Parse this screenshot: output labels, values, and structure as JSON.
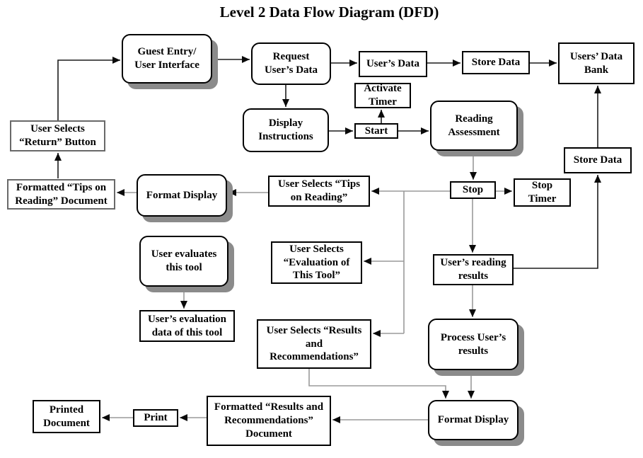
{
  "title": "Level 2 Data Flow Diagram (DFD)",
  "colors": {
    "background": "#ffffff",
    "box_border": "#000000",
    "box_fill": "#ffffff",
    "process_shadow": "#8b8b8b",
    "connector_gray": "#9a9a9a",
    "connector_black": "#1c1c1c",
    "arrowhead": "#0a0a0a",
    "text": "#000000"
  },
  "nodes": {
    "guest_entry": {
      "type": "process",
      "shadow": true,
      "label": "Guest Entry/\nUser Interface"
    },
    "request_users_data": {
      "type": "process",
      "shadow": false,
      "label": "Request\nUser’s Data"
    },
    "display_instructions": {
      "type": "process",
      "shadow": false,
      "label": "Display\nInstructions"
    },
    "reading_assessment": {
      "type": "process",
      "shadow": true,
      "label": "Reading\nAssessment"
    },
    "format_display_1": {
      "type": "process",
      "shadow": true,
      "label": "Format Display"
    },
    "user_evaluates": {
      "type": "process",
      "shadow": true,
      "label": "User evaluates\nthis tool"
    },
    "process_users_results": {
      "type": "process",
      "shadow": true,
      "label": "Process User’s\nresults"
    },
    "format_display_2": {
      "type": "process",
      "shadow": true,
      "label": "Format Display"
    },
    "users_data": {
      "type": "datastore",
      "shadow": false,
      "label": "User’s Data"
    },
    "store_data_top": {
      "type": "datastore",
      "shadow": false,
      "label": "Store Data"
    },
    "users_data_bank": {
      "type": "datastore",
      "shadow": false,
      "label": "Users’ Data\nBank"
    },
    "activate_timer": {
      "type": "datastore",
      "shadow": false,
      "label": "Activate\nTimer"
    },
    "start": {
      "type": "datastore",
      "shadow": false,
      "label": "Start"
    },
    "user_selects_return": {
      "type": "datastore",
      "shadow": false,
      "label": "User Selects\n“Return” Button"
    },
    "formatted_tips": {
      "type": "datastore",
      "shadow": false,
      "label": "Formatted “Tips on\nReading” Document"
    },
    "user_selects_tips": {
      "type": "datastore",
      "shadow": false,
      "label": "User Selects “Tips\non Reading”"
    },
    "stop": {
      "type": "datastore",
      "shadow": false,
      "label": "Stop"
    },
    "stop_timer": {
      "type": "datastore",
      "shadow": false,
      "label": "Stop\nTimer"
    },
    "store_data_right": {
      "type": "datastore",
      "shadow": false,
      "label": "Store Data"
    },
    "users_reading_results": {
      "type": "datastore",
      "shadow": false,
      "label": "User’s reading\nresults"
    },
    "user_selects_evaluation": {
      "type": "datastore",
      "shadow": false,
      "label": "User Selects\n“Evaluation of\nThis Tool”"
    },
    "users_evaluation_data": {
      "type": "datastore",
      "shadow": false,
      "label": "User’s evaluation\ndata of this tool"
    },
    "user_selects_results": {
      "type": "datastore",
      "shadow": false,
      "label": "User Selects “Results\nand\nRecommendations”"
    },
    "formatted_results": {
      "type": "datastore",
      "shadow": false,
      "label": "Formatted “Results and\nRecommendations”\nDocument"
    },
    "print": {
      "type": "datastore",
      "shadow": false,
      "label": "Print"
    },
    "printed_document": {
      "type": "datastore",
      "shadow": false,
      "label": "Printed\nDocument"
    }
  },
  "edges": [
    {
      "from": "user_selects_return",
      "to": "guest_entry"
    },
    {
      "from": "guest_entry",
      "to": "request_users_data"
    },
    {
      "from": "request_users_data",
      "to": "users_data"
    },
    {
      "from": "users_data",
      "to": "store_data_top"
    },
    {
      "from": "store_data_top",
      "to": "users_data_bank"
    },
    {
      "from": "request_users_data",
      "to": "display_instructions"
    },
    {
      "from": "display_instructions",
      "to": "start"
    },
    {
      "from": "start",
      "to": "activate_timer"
    },
    {
      "from": "start",
      "to": "reading_assessment"
    },
    {
      "from": "reading_assessment",
      "to": "stop"
    },
    {
      "from": "stop",
      "to": "stop_timer"
    },
    {
      "from": "stop",
      "to": "user_selects_tips"
    },
    {
      "from": "stop",
      "to": "user_selects_evaluation"
    },
    {
      "from": "stop",
      "to": "user_selects_results"
    },
    {
      "from": "stop",
      "to": "users_reading_results"
    },
    {
      "from": "user_selects_tips",
      "to": "format_display_1"
    },
    {
      "from": "format_display_1",
      "to": "formatted_tips"
    },
    {
      "from": "formatted_tips",
      "to": "user_selects_return"
    },
    {
      "from": "user_evaluates",
      "to": "users_evaluation_data"
    },
    {
      "from": "users_reading_results",
      "to": "store_data_right"
    },
    {
      "from": "store_data_right",
      "to": "users_data_bank"
    },
    {
      "from": "users_reading_results",
      "to": "process_users_results"
    },
    {
      "from": "process_users_results",
      "to": "format_display_2"
    },
    {
      "from": "user_selects_results",
      "to": "format_display_2"
    },
    {
      "from": "format_display_2",
      "to": "formatted_results"
    },
    {
      "from": "formatted_results",
      "to": "print"
    },
    {
      "from": "print",
      "to": "printed_document"
    }
  ]
}
